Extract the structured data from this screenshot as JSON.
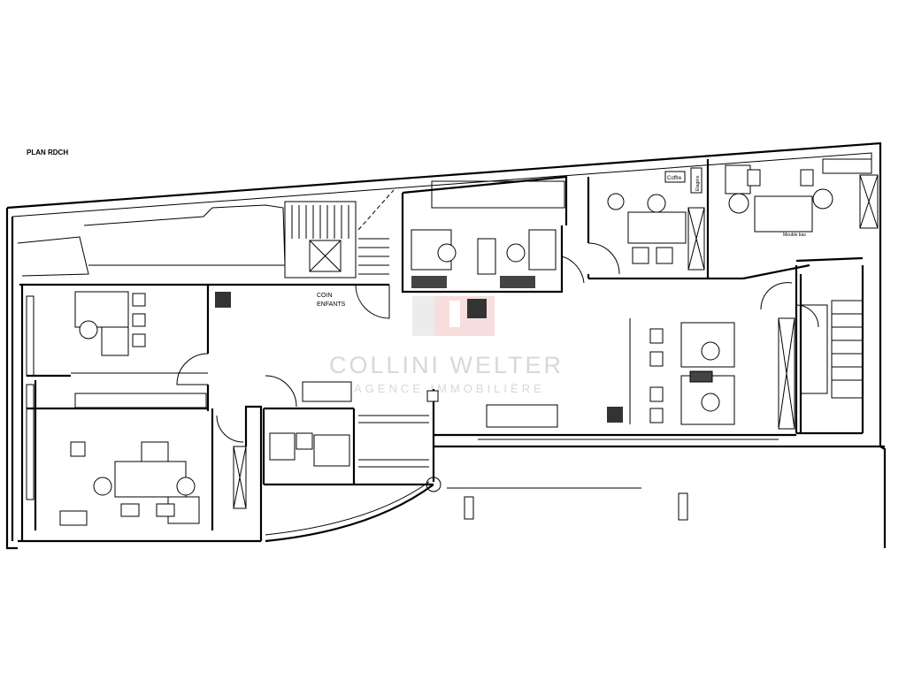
{
  "title": "PLAN RDCH",
  "labels": {
    "coin": "COIN",
    "enfants": "ENFANTS",
    "coffre": "Coffre",
    "etagere": "Etagère",
    "meuble_bas": "Meuble bas"
  },
  "watermark": {
    "brand": "COLLINI WELTER",
    "subtitle": "AGENCE IMMOBILIÈRE",
    "logo_color": "#e8b4b4"
  }
}
